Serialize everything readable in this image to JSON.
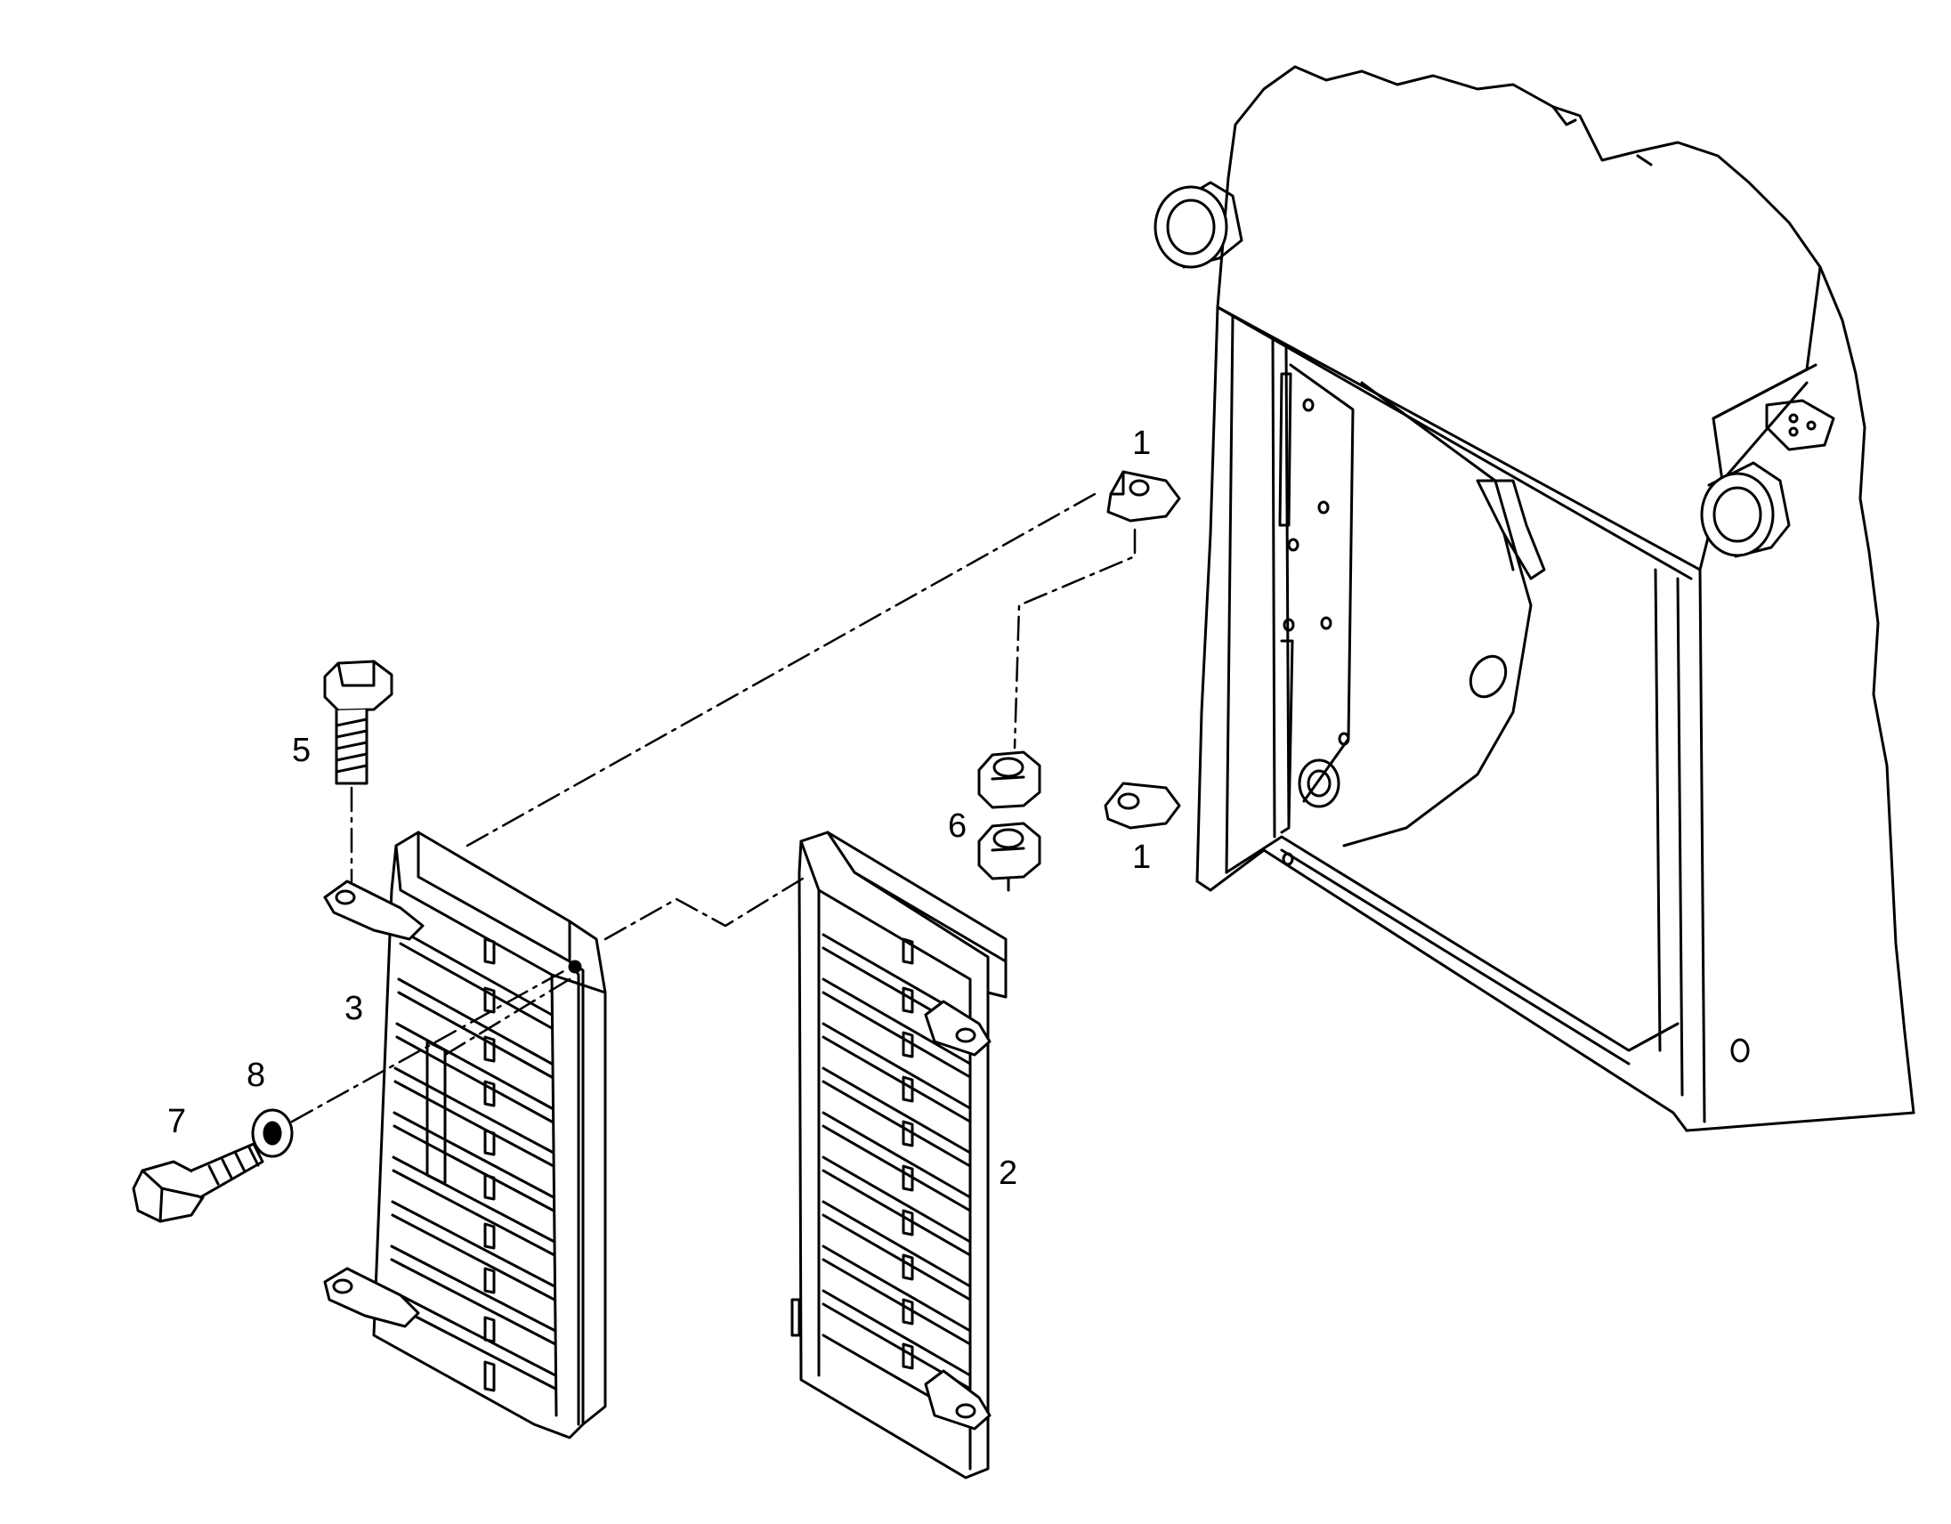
{
  "diagram": {
    "kind": "exploded parts diagram",
    "colors": {
      "line": "#000000",
      "fill": "#ffffff"
    },
    "callouts": {
      "c1_top": "1",
      "c1_bottom": "1",
      "c2": "2",
      "c3": "3",
      "c5": "5",
      "c6": "6",
      "c7": "7",
      "c8": "8"
    },
    "parts": [
      {
        "ref": "1",
        "icon": "mounting-tab"
      },
      {
        "ref": "2",
        "icon": "louvered-grille"
      },
      {
        "ref": "3",
        "icon": "louvered-grille"
      },
      {
        "ref": "5",
        "icon": "hex-bolt"
      },
      {
        "ref": "6",
        "icon": "hex-nut"
      },
      {
        "ref": "7",
        "icon": "hex-bolt"
      },
      {
        "ref": "8",
        "icon": "washer"
      }
    ]
  }
}
